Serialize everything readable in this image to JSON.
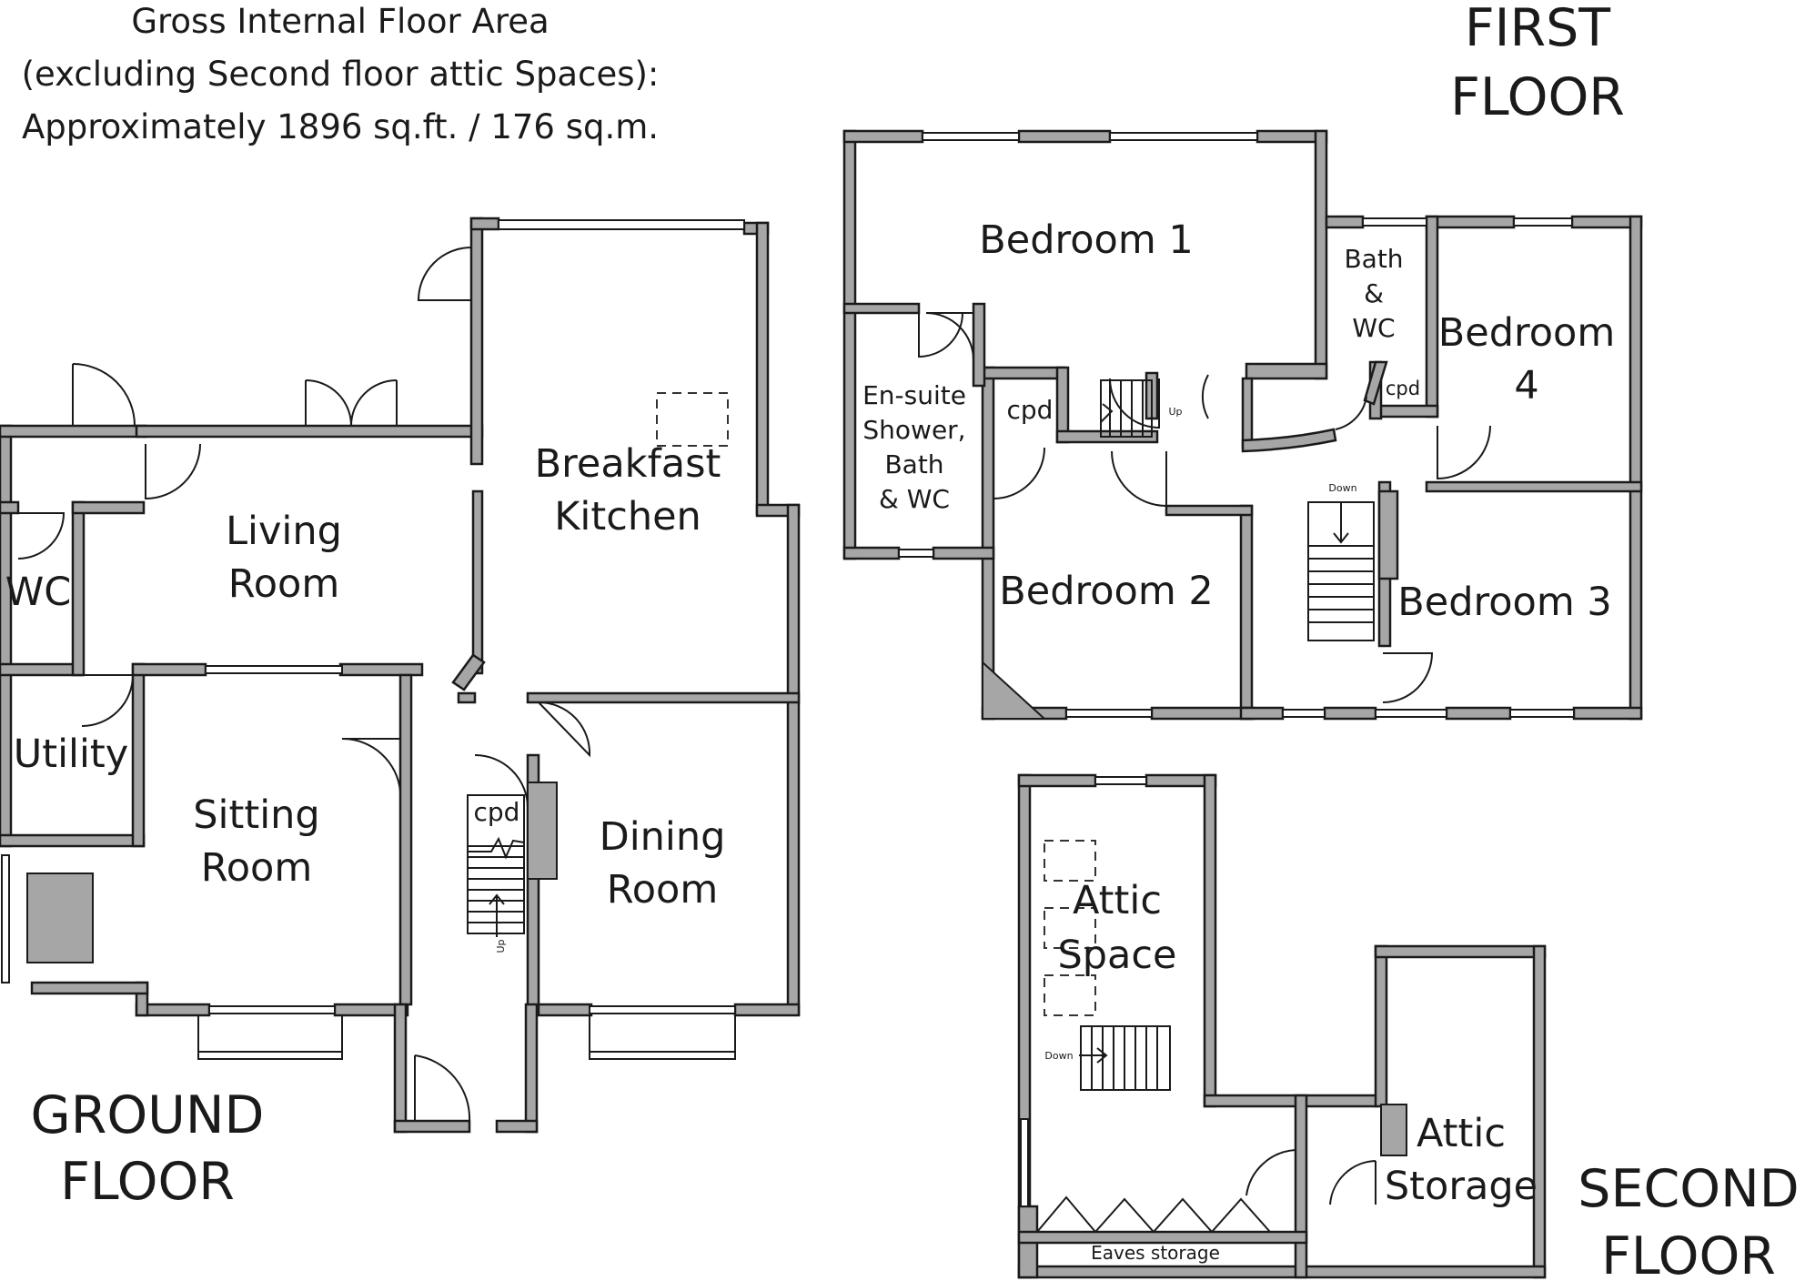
{
  "note": {
    "line1": "Gross Internal Floor Area",
    "line2": "(excluding Second floor attic Spaces):",
    "line3": "Approximately 1896 sq.ft. / 176 sq.m."
  },
  "floors": {
    "ground": {
      "line1": "GROUND",
      "line2": "FLOOR"
    },
    "first": {
      "line1": "FIRST",
      "line2": "FLOOR"
    },
    "second": {
      "line1": "SECOND",
      "line2": "FLOOR"
    }
  },
  "ground_rooms": {
    "living": {
      "l1": "Living",
      "l2": "Room"
    },
    "breakfast": {
      "l1": "Breakfast",
      "l2": "Kitchen"
    },
    "wc": "WC",
    "utility": "Utility",
    "sitting": {
      "l1": "Sitting",
      "l2": "Room"
    },
    "dining": {
      "l1": "Dining",
      "l2": "Room"
    },
    "cpd": "cpd",
    "up": "Up"
  },
  "first_rooms": {
    "bedroom1": "Bedroom 1",
    "bedroom2": "Bedroom 2",
    "bedroom3": "Bedroom 3",
    "bedroom4": {
      "l1": "Bedroom",
      "l2": "4"
    },
    "ensuite": {
      "l1": "En-suite",
      "l2": "Shower,",
      "l3": "Bath",
      "l4": "& WC"
    },
    "bath": {
      "l1": "Bath",
      "l2": "&",
      "l3": "WC"
    },
    "cpd_landing": "cpd",
    "cpd_bath": "cpd",
    "up": "Up",
    "down": "Down"
  },
  "second_rooms": {
    "attic_space": {
      "l1": "Attic",
      "l2": "Space"
    },
    "attic_storage": {
      "l1": "Attic",
      "l2": "Storage"
    },
    "eaves": "Eaves storage",
    "down": "Down"
  }
}
